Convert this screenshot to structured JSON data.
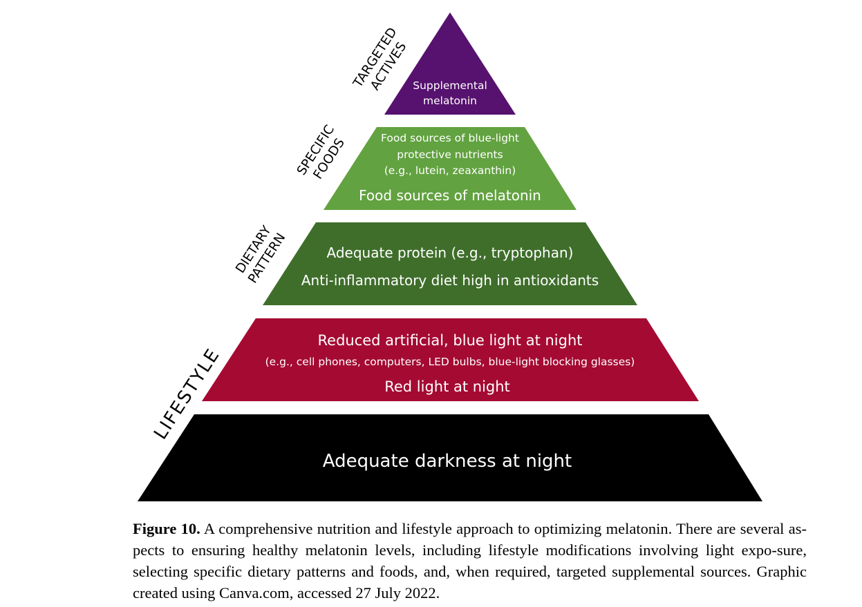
{
  "tiers": {
    "targeted": {
      "side_label_line1": "TARGETED",
      "side_label_line2": "ACTIVES",
      "text_line1": "Supplemental",
      "text_line2": "melatonin"
    },
    "foods": {
      "side_label_line1": "SPECIFIC",
      "side_label_line2": "FOODS",
      "text_line1": "Food sources of blue-light",
      "text_line2": "protective nutrients",
      "text_line3": "(e.g., lutein, zeaxanthin)",
      "text_line4": "Food sources of melatonin"
    },
    "dietary": {
      "side_label_line1": "DIETARY",
      "side_label_line2": "PATTERN",
      "text_line1": "Adequate protein (e.g., tryptophan)",
      "text_line2": "Anti-inflammatory diet high in antioxidants"
    },
    "lifestyle": {
      "side_label": "LIFESTYLE",
      "text_line1": "Reduced artificial, blue light at night",
      "text_line2": "(e.g., cell phones, computers, LED bulbs, blue-light blocking glasses)",
      "text_line3": "Red light at night"
    },
    "base": {
      "text_line1": "Adequate darkness at night"
    }
  },
  "colors": {
    "targeted": "#56126e",
    "foods": "#62a240",
    "dietary": "#3f6e2b",
    "lifestyle": "#a50a32",
    "base": "#000000"
  },
  "caption": {
    "label": "Figure 10.",
    "text": "A comprehensive nutrition and lifestyle approach to optimizing melatonin. There are several as-pects to ensuring healthy melatonin levels, including lifestyle modifications involving light expo-sure, selecting specific dietary patterns and foods, and, when required, targeted supplemental sources. Graphic created using Canva.com, accessed 27 July 2022."
  }
}
